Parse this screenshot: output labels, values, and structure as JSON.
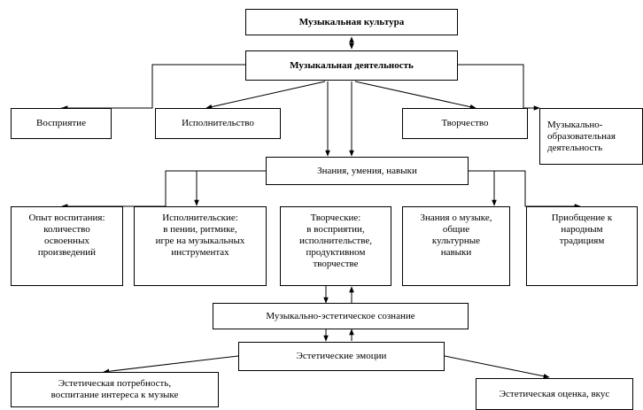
{
  "nodes": {
    "culture": "Музыкальная культура",
    "activity": "Музыкальная деятельность",
    "perception": "Восприятие",
    "performance": "Исполнительство",
    "creativity": "Творчество",
    "education": "Музыкально-\nобразовательная\nдеятельность",
    "knowledge": "Знания, умения, навыки",
    "experience": "Опыт воспитания:\nколичество\nосвоенных\nпроизведений",
    "performing_skills": "Исполнительские:\nв пении, ритмике,\nигре на музыкальных\nинструментах",
    "creative_skills": "Творческие:\nв восприятии,\nисполнительстве,\nпродуктивном\nтворчестве",
    "music_knowledge": "Знания о музыке,\nобщие\nкультурные\nнавыки",
    "folk": "Приобщение к\nнародным\nтрадициям",
    "consciousness": "Музыкально-эстетическое сознание",
    "emotions": "Эстетические эмоции",
    "need": "Эстетическая потребность,\nвоспитание интереса к музыке",
    "evaluation": "Эстетическая оценка, вкус"
  },
  "colors": {
    "line": "#000000",
    "box_border": "#000000",
    "background": "#ffffff"
  }
}
